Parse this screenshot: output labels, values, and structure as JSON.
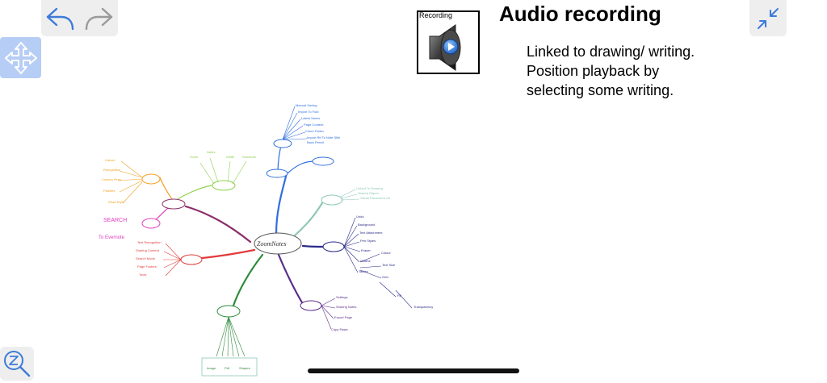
{
  "toolbar": {
    "undo_icon": "undo-arrow-icon",
    "redo_icon": "redo-arrow-icon",
    "move_icon": "four-way-arrows-icon",
    "collapse_icon": "collapse-arrows-icon",
    "zoom_icon": "zoom-z-magnifier-icon"
  },
  "slide": {
    "title": "Audio recording",
    "description": "Linked to drawing/ writing. Position playback by selecting some writing.",
    "recording_label": "Recording"
  },
  "mindmap": {
    "center_label": "ZoomNotes",
    "search_label": "SEARCH",
    "to_evernote_label": "To Evernote",
    "bottom_labels": [
      "Image",
      "Pdf",
      "Shapes"
    ]
  },
  "colors": {
    "accent_blue": "#b6cdf6",
    "toolbar_bg": "#eeeeee",
    "icon_blue": "#3d7bd8",
    "icon_gray": "#9a9a9a",
    "branch_purple": "#8b2f6b",
    "branch_blue": "#2f6fe0",
    "branch_teal": "#8fc7b8",
    "branch_navy": "#2a2a8a",
    "branch_violet": "#5a2d8a",
    "branch_green": "#2e8b3a",
    "branch_red": "#e23b3b",
    "branch_orange": "#f0a020",
    "branch_lime": "#8bd14a",
    "branch_magenta": "#e040c0"
  }
}
